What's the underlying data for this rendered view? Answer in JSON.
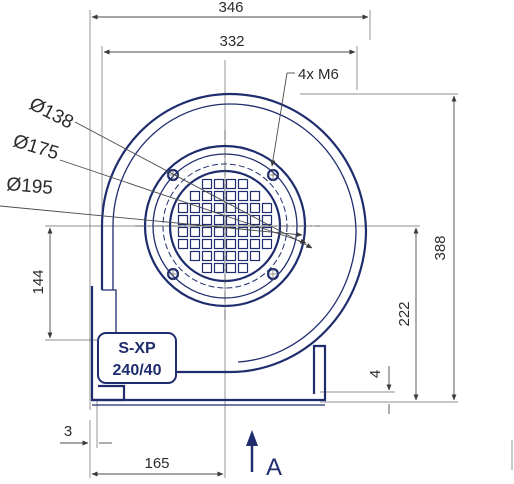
{
  "dimensions": {
    "overall_width": "346",
    "housing_width": "332",
    "bolts": "4x M6",
    "d138": "Ø138",
    "d175": "Ø175",
    "d195": "Ø195",
    "h144": "144",
    "h388": "388",
    "h222": "222",
    "h4": "4",
    "w3": "3",
    "w165": "165"
  },
  "view_label": "A",
  "model_label": {
    "line1": "S-XP",
    "line2": "240/40"
  },
  "colors": {
    "body": "#1f2d6e",
    "dimension": "#4a4a4a"
  }
}
